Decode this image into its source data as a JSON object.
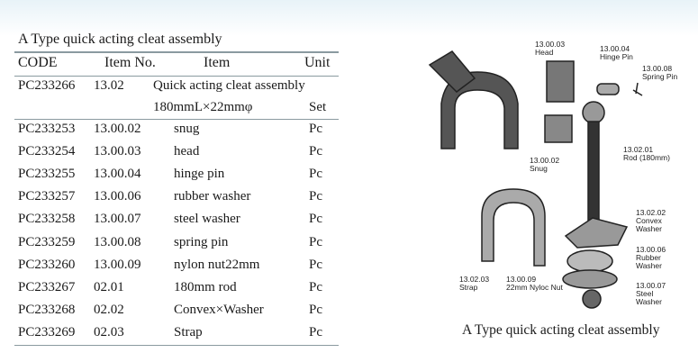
{
  "table": {
    "title": "A Type quick acting cleat assembly",
    "headers": [
      "CODE",
      "Item No.",
      "Item",
      "Unit"
    ],
    "main_row": {
      "code": "PC233266",
      "item_no": "13.02",
      "item": "Quick acting cleat assembly",
      "item_line2": "180mmL×22mmφ",
      "unit": "Set"
    },
    "rows": [
      {
        "code": "PC233253",
        "item_no": "13.00.02",
        "item": "snug",
        "unit": "Pc"
      },
      {
        "code": "PC233254",
        "item_no": "13.00.03",
        "item": "head",
        "unit": "Pc"
      },
      {
        "code": "PC233255",
        "item_no": "13.00.04",
        "item": "hinge pin",
        "unit": "Pc"
      },
      {
        "code": "PC233257",
        "item_no": "13.00.06",
        "item": "rubber washer",
        "unit": "Pc"
      },
      {
        "code": "PC233258",
        "item_no": "13.00.07",
        "item": "steel washer",
        "unit": "Pc"
      },
      {
        "code": "PC233259",
        "item_no": "13.00.08",
        "item": "spring pin",
        "unit": "Pc"
      },
      {
        "code": "PC233260",
        "item_no": "13.00.09",
        "item": "nylon nut22mm",
        "unit": "Pc"
      },
      {
        "code": "PC233267",
        "item_no": "02.01",
        "item": "180mm rod",
        "unit": "Pc"
      },
      {
        "code": "PC233268",
        "item_no": "02.02",
        "item": "Convex×Washer",
        "unit": "Pc"
      },
      {
        "code": "PC233269",
        "item_no": "02.03",
        "item": "Strap",
        "unit": "Pc"
      }
    ]
  },
  "diagram": {
    "caption": "A Type quick acting cleat assembly",
    "labels": [
      {
        "no": "13.00.03",
        "name": "Head"
      },
      {
        "no": "13.00.04",
        "name": "Hinge Pin"
      },
      {
        "no": "13.00.08",
        "name": "Spring Pin"
      },
      {
        "no": "13.02.01",
        "name": "Rod (180mm)"
      },
      {
        "no": "13.00.02",
        "name": "Snug"
      },
      {
        "no": "13.02.02",
        "name": "Convex Washer"
      },
      {
        "no": "13.00.06",
        "name": "Rubber Washer"
      },
      {
        "no": "13.00.07",
        "name": "Steel Washer"
      },
      {
        "no": "13.02.03",
        "name": "Strap"
      },
      {
        "no": "13.00.09",
        "name": "22mm Nyloc Nut"
      }
    ]
  }
}
